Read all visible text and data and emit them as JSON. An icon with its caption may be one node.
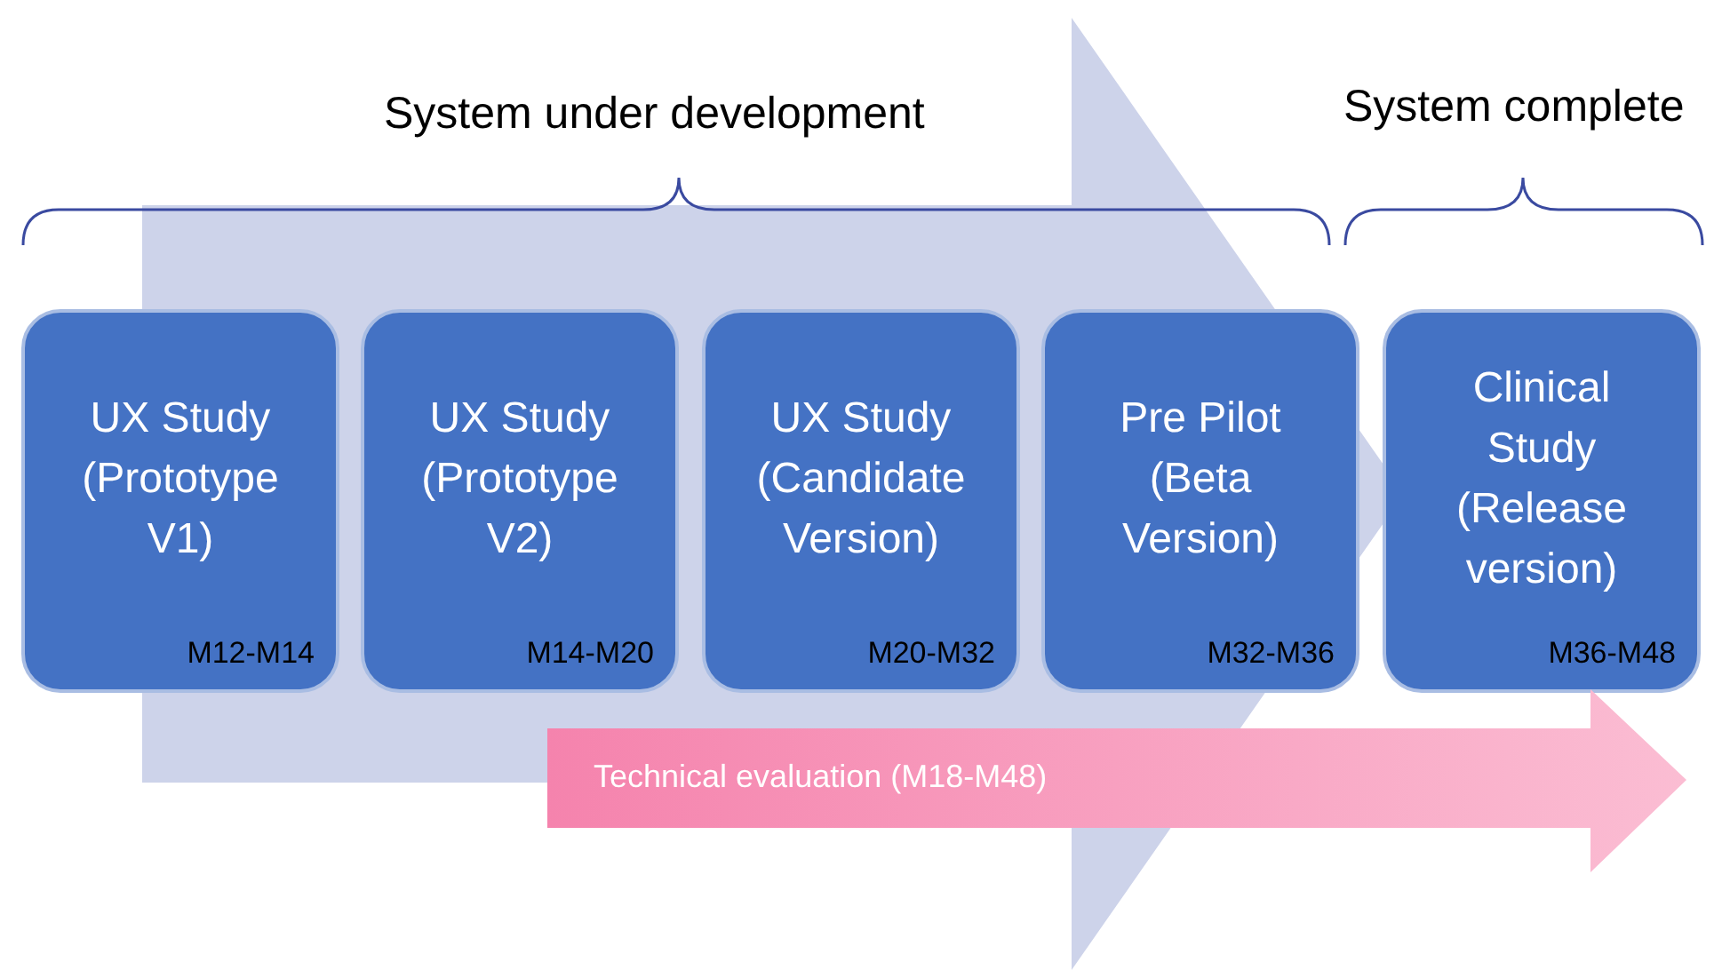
{
  "diagram": {
    "nodes": [
      {
        "text": [
          "UX Study (Prototype V1)",
          "M12-M14"
        ]
      },
      {
        "text": [
          "UX Study (Prototype V2)",
          "M14-M20"
        ]
      },
      {
        "text": [
          "UX Study (Candidate Version)",
          "M20-M32"
        ]
      },
      {
        "text": [
          "Pre Pilot (Beta Version)",
          "M32-M36"
        ]
      },
      {
        "text": [
          "Clinical Study (Release version)",
          "M36-M48"
        ]
      },
      {
        "text": [
          "Technical evaluation (M18-M48)"
        ]
      }
    ],
    "edges": [
      {
        "from": 0,
        "to": 4,
        "arrow": "to",
        "style": "thick",
        "color": "#cdd3ea"
      }
    ],
    "labels": [
      "System under development",
      "System complete"
    ]
  }
}
